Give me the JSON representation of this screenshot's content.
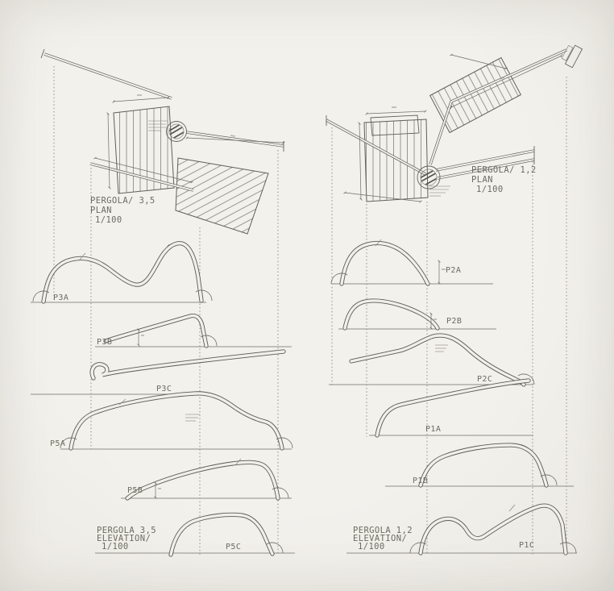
{
  "document": {
    "type": "scanned architectural drawing",
    "subject": "pergola plans and elevations"
  },
  "colors": {
    "paper": "#f0efe9",
    "ink": "#5b5a54",
    "ink_light": "#8d8c85",
    "dash_line": "#76756e"
  },
  "pergola_35": {
    "plan_label": {
      "line1": "PERGOLA/ 3,5",
      "line2": "PLAN",
      "line3": "1/100"
    },
    "elevation_label": {
      "line1": "PERGOLA 3,5",
      "line2": "ELEVATION/",
      "line3": "1/100"
    },
    "profiles": [
      {
        "label": "P3A"
      },
      {
        "label": "P3B"
      },
      {
        "label": "P3C"
      },
      {
        "label": "P5A"
      },
      {
        "label": "P5B"
      },
      {
        "label": "P5C"
      }
    ]
  },
  "pergola_12": {
    "plan_label": {
      "line1": "PERGOLA/ 1,2",
      "line2": "PLAN",
      "line3": "1/100"
    },
    "elevation_label": {
      "line1": "PERGOLA 1,2",
      "line2": "ELEVATION/",
      "line3": "1/100"
    },
    "profiles": [
      {
        "label": "P2A"
      },
      {
        "label": "P2B"
      },
      {
        "label": "P2C"
      },
      {
        "label": "P1A"
      },
      {
        "label": "P1B"
      },
      {
        "label": "P1C"
      }
    ]
  }
}
